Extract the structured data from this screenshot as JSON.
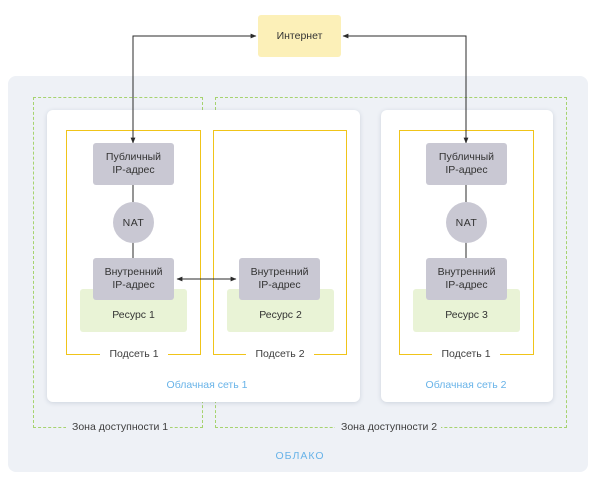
{
  "internet": {
    "label": "Интернет"
  },
  "cloud": {
    "label": "ОБЛАКО"
  },
  "zones": [
    {
      "label": "Зона доступности 1"
    },
    {
      "label": "Зона доступности 2"
    }
  ],
  "networks": [
    {
      "label": "Облачная сеть 1"
    },
    {
      "label": "Облачная сеть 2"
    }
  ],
  "subnets": [
    {
      "label": "Подсеть 1"
    },
    {
      "label": "Подсеть 2"
    },
    {
      "label": "Подсеть 1"
    }
  ],
  "nodes": {
    "public_ip_1": "Публичный\nIP-адрес",
    "public_ip_3": "Публичный\nIP-адрес",
    "nat_1": "NAT",
    "nat_3": "NAT",
    "internal_ip_1": "Внутренний\nIP-адрес",
    "internal_ip_2": "Внутренний\nIP-адрес",
    "internal_ip_3": "Внутренний\nIP-адрес"
  },
  "resources": [
    {
      "label": "Ресурс 1"
    },
    {
      "label": "Ресурс 2"
    },
    {
      "label": "Ресурс 3"
    }
  ],
  "colors": {
    "cloud_bg": "#eef1f6",
    "zone_border": "#a6d36f",
    "subnet_border": "#f0c419",
    "resource_bg": "#e9f3d6",
    "node_bg": "#c9c8d3",
    "internet_bg": "#fcf0b8",
    "network_label": "#68b3e8",
    "cloud_label": "#68b3e8"
  }
}
